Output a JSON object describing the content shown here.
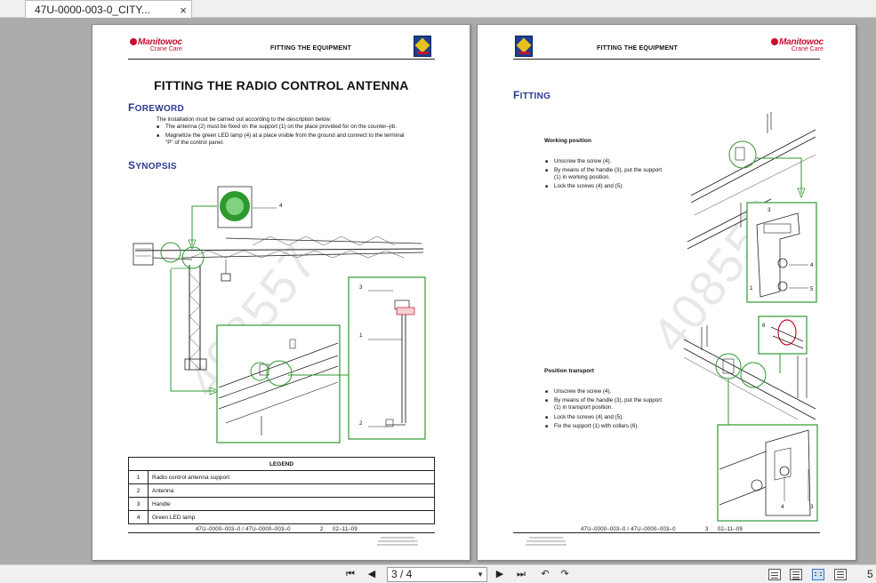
{
  "tab": {
    "title": "47U-0000-003-0_CITY...",
    "close_glyph": "×"
  },
  "brand": {
    "name": "Manitowoc",
    "sub": "Crane Care"
  },
  "left_page": {
    "header_title": "FITTING THE EQUIPMENT",
    "doc_title": "FITTING THE RADIO CONTROL ANTENNA",
    "foreword_cap": "F",
    "foreword_rest": "OREWORD",
    "foreword_text": "The installation must be carried out according to the description below:",
    "bullets": [
      "The antenna (2) must be fixed on the support (1) on the place provided for on the counter–jib.",
      "Magnetize the green LED lamp (4) at a place visible from the ground and connect to the terminal",
      "\"P\" of the control panel."
    ],
    "synopsis_cap": "S",
    "synopsis_rest": "YNOPSIS",
    "callouts": {
      "lamp": "4",
      "support_top": "3",
      "support": "1",
      "handle": "2"
    },
    "legend": {
      "header": "LEGEND",
      "rows": [
        {
          "num": "1",
          "label": "Radio control antenna support"
        },
        {
          "num": "2",
          "label": "Antenna"
        },
        {
          "num": "3",
          "label": "Handle"
        },
        {
          "num": "4",
          "label": "Green LED lamp"
        }
      ]
    },
    "footer": {
      "ref": "47U–0000–003–0 / 47U–0000–003–0",
      "page": "2",
      "date": "02–11–09"
    },
    "watermark": "408557"
  },
  "right_page": {
    "header_title": "FITTING THE EQUIPMENT",
    "section_cap": "F",
    "section_rest": "ITTING",
    "working_head": "Working position",
    "working_bullets": [
      "Unscrew the screw (4).",
      "By means of the handle (3), put the support",
      "(1) in working position.",
      "Lock the screws (4) and (5)."
    ],
    "transport_head": "Position transport",
    "transport_bullets": [
      "Unscrew the screw (4).",
      "By means of the handle (3), put the support",
      "(1) in transport position.",
      "Lock the screws (4) and (5).",
      "Fix the support (1) with collars (6)."
    ],
    "callouts": {
      "c3": "3",
      "c4": "4",
      "c1": "1",
      "c5": "5",
      "c6": "6",
      "b4": "4",
      "b3": "3"
    },
    "footer": {
      "ref": "47U–0000–003–0 / 47U–0000–003–0",
      "page": "3",
      "date": "02–11–09"
    },
    "watermark": "408557"
  },
  "toolbar": {
    "page_indicator": "3 / 4",
    "edge_number": "5"
  },
  "colors": {
    "accent_green": "#2e9a2e",
    "heading_blue": "#2a3a8f",
    "brand_red": "#c8102e"
  }
}
